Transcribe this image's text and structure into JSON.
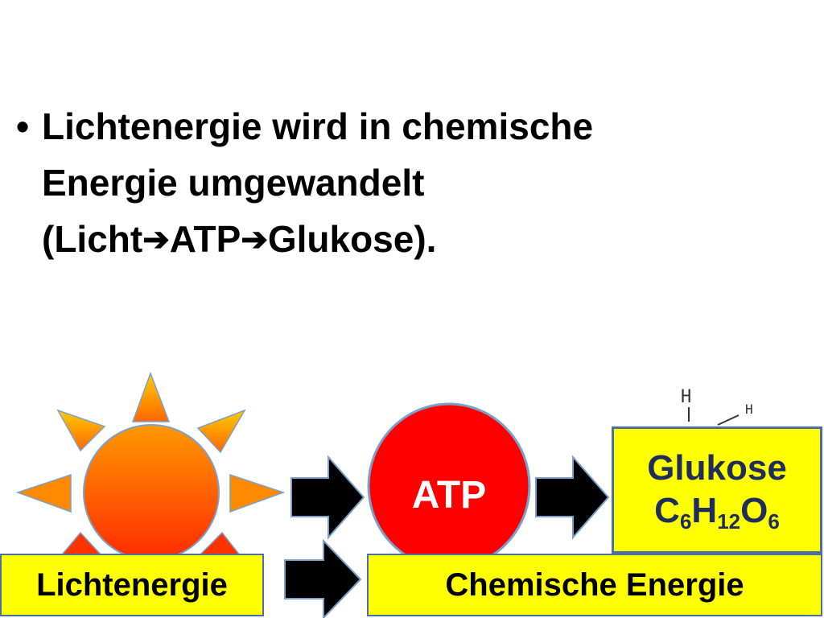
{
  "slide": {
    "bullet_symbol": "•",
    "line1": "Lichtenergie wird in chemische",
    "line2": "Energie umgewandelt",
    "line3_open": "(Licht",
    "arrow_glyph": "➔",
    "line3_atp": "ATP",
    "line3_end": "Glukose)."
  },
  "diagram": {
    "atp_label": "ATP",
    "glukose_name": "Glukose",
    "formula": {
      "c": "C",
      "c_sub": "6",
      "h": "H",
      "h_sub": "12",
      "o": "O",
      "o_sub": "6"
    },
    "structure_h_top": "H",
    "structure_h_right": "H",
    "lichtenergie_label": "Lichtenergie",
    "chemische_label": "Chemische Energie"
  },
  "colors": {
    "sun_core_top": "#ff9900",
    "sun_core_bottom": "#ff2a00",
    "ray_top": "#ffcc00",
    "ray_bottom": "#ff6600",
    "atp_fill": "#ff0000",
    "label_fill": "#ffff00",
    "box_border": "#4a6fa5",
    "glukose_text": "#1f2d5c"
  }
}
